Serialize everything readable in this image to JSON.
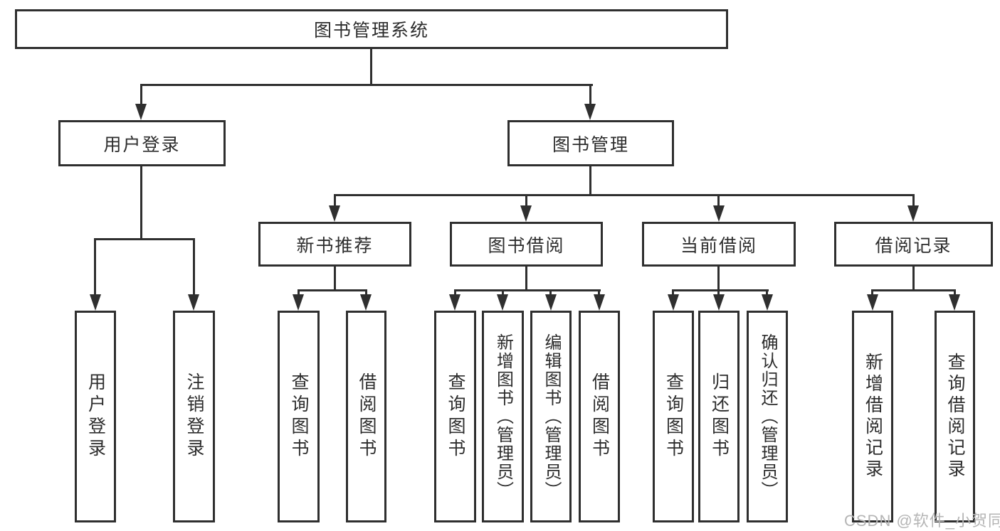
{
  "tree": {
    "root": "图书管理系统",
    "branches": [
      {
        "label": "用户登录",
        "children": [
          "用户登录",
          "注销登录"
        ]
      },
      {
        "label": "图书管理",
        "sections": [
          {
            "label": "新书推荐",
            "children": [
              "查询图书",
              "借阅图书"
            ]
          },
          {
            "label": "图书借阅",
            "children": [
              "查询图书",
              "新增图书（管理员）",
              "编辑图书（管理员）",
              "借阅图书"
            ]
          },
          {
            "label": "当前借阅",
            "children": [
              "查询图书",
              "归还图书",
              "确认归还（管理员）"
            ]
          },
          {
            "label": "借阅记录",
            "children": [
              "新增借阅记录",
              "查询借阅记录"
            ]
          }
        ]
      }
    ]
  },
  "watermark": {
    "text": "CSDN @软件_小贺同学"
  },
  "colors": {
    "line": "#2f2f2f",
    "text": "#2d2d2d",
    "watermark": "#b5b5b5",
    "background": "#ffffff"
  }
}
